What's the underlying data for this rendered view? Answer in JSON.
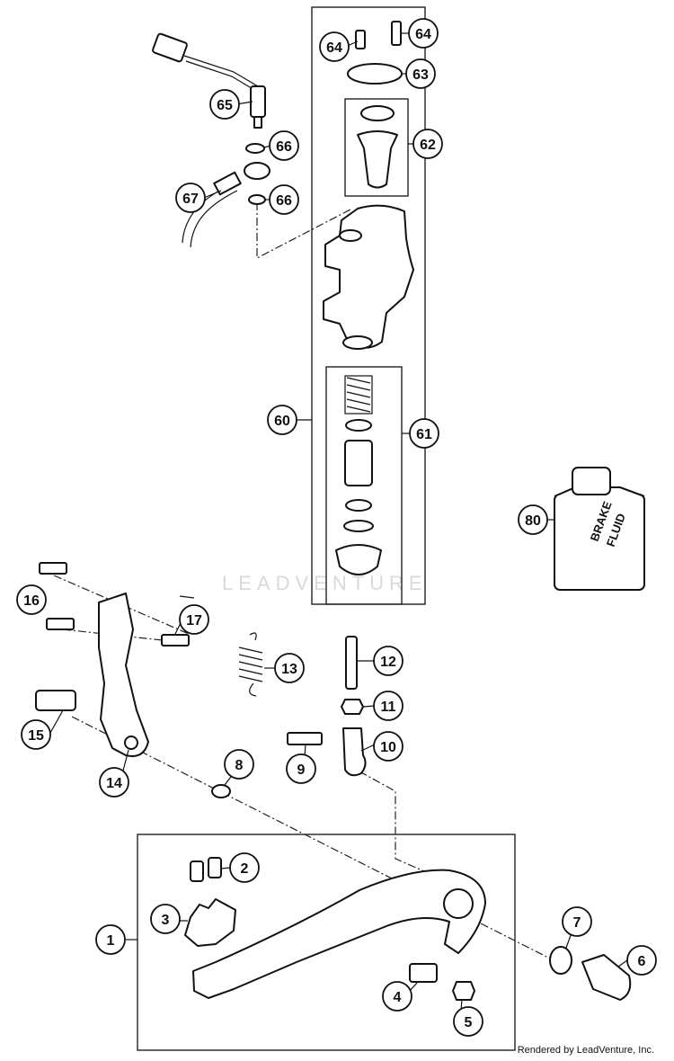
{
  "watermark": "LEADVENTURE",
  "credit": "Rendered by LeadVenture, Inc.",
  "callouts": [
    "1",
    "2",
    "3",
    "4",
    "5",
    "6",
    "7",
    "8",
    "9",
    "10",
    "11",
    "12",
    "13",
    "14",
    "15",
    "16",
    "17",
    "60",
    "61",
    "62",
    "63",
    "64",
    "64",
    "65",
    "66",
    "66",
    "67",
    "80"
  ],
  "bottle_label": [
    "BRAKE",
    "FLUID"
  ]
}
